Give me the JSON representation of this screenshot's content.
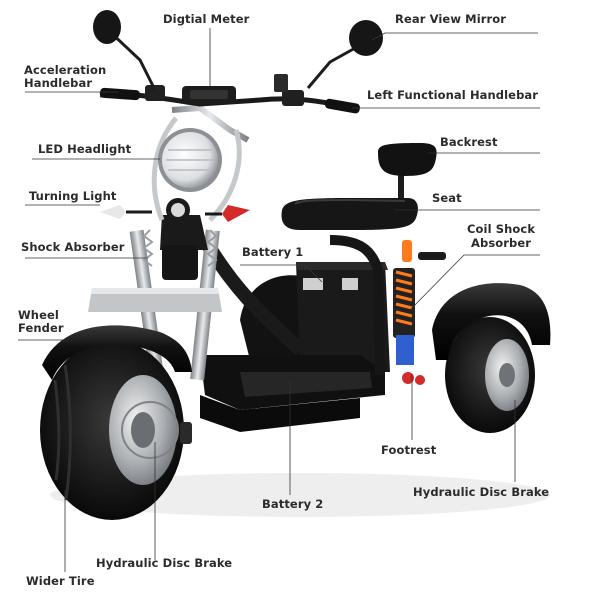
{
  "labels": {
    "digital_meter": "Digtial Meter",
    "rear_view_mirror": "Rear View Mirror",
    "acceleration_handlebar_1": "Acceleration",
    "acceleration_handlebar_2": "Handlebar",
    "left_functional_handlebar": "Left Functional Handlebar",
    "led_headlight": "LED Headlight",
    "backrest": "Backrest",
    "turning_light": "Turning Light",
    "seat": "Seat",
    "shock_absorber": "Shock Absorber",
    "battery_1": "Battery 1",
    "coil_shock_absorber_1": "Coil Shock",
    "coil_shock_absorber_2": "Absorber",
    "wheel_fender_1": "Wheel",
    "wheel_fender_2": "Fender",
    "footrest": "Footrest",
    "hydraulic_disc_brake_rear": "Hydraulic Disc Brake",
    "battery_2": "Battery 2",
    "hydraulic_disc_brake_front": "Hydraulic Disc Brake",
    "wider_tire": "Wider Tire"
  },
  "colors": {
    "body": "#151515",
    "chrome": "#b9bcc0",
    "orange": "#ff7a1a",
    "red": "#d32a2a",
    "blue": "#2f5fd0",
    "text": "#2b2b2b"
  }
}
